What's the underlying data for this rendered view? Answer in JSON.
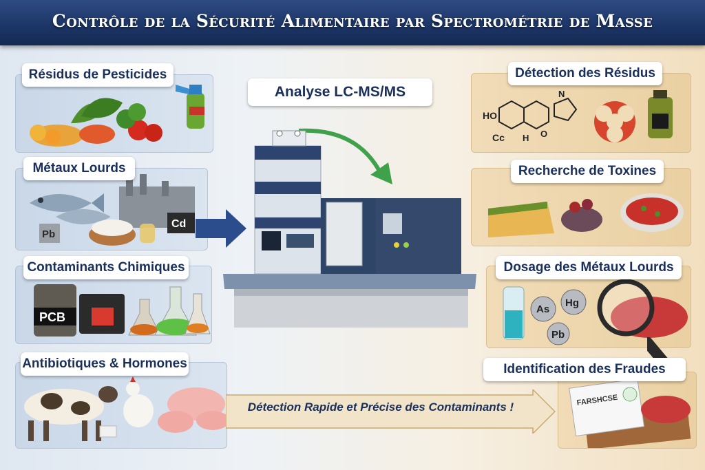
{
  "header": {
    "title": "Contrôle de la Sécurité Alimentaire par Spectrométrie de Masse"
  },
  "center": {
    "label": "Analyse LC-MS/MS"
  },
  "left_panels": [
    {
      "label": "Résidus de Pesticides"
    },
    {
      "label": "Métaux Lourds",
      "badges": [
        "Pb",
        "Cd"
      ]
    },
    {
      "label": "Contaminants Chimiques",
      "badge": "PCB"
    },
    {
      "label": "Antibiotiques & Hormones"
    }
  ],
  "right_panels": [
    {
      "label": "Détection des Résidus",
      "molecule_text": [
        "HO",
        "Cc",
        "H",
        "O",
        "N"
      ]
    },
    {
      "label": "Recherche de Toxines"
    },
    {
      "label": "Dosage des Métaux Lourds",
      "badges": [
        "As",
        "Hg",
        "Pb"
      ]
    },
    {
      "label": "Identification des Fraudes",
      "document_text": "FARSHCSE"
    }
  ],
  "footer": {
    "text": "Détection Rapide et Précise des Contaminants !"
  },
  "colors": {
    "navy": "#1c3566",
    "label_text": "#1a2f5a",
    "arrow_green": "#3fa24a",
    "arrow_blue": "#2b4d8c"
  }
}
